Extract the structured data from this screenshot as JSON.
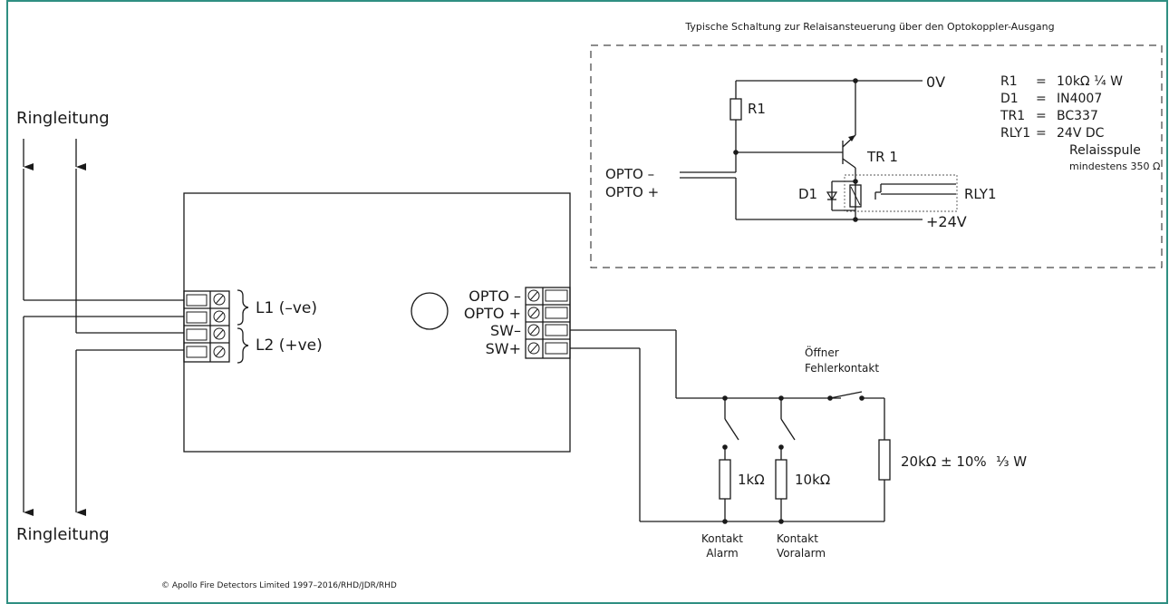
{
  "colors": {
    "frame": "#2f8f82",
    "ink": "#1a1a1a",
    "background": "#ffffff"
  },
  "title": "Typische Schaltung zur Relaisansteuerung über den Optokoppler-Ausgang",
  "ring_top": "Ringleitung",
  "ring_bottom": "Ringleitung",
  "terminals_left": {
    "l1": "L1 (–ve)",
    "l2": "L2 (+ve)"
  },
  "terminals_right": {
    "opto_minus": "OPTO –",
    "opto_plus": "OPTO +",
    "sw_minus": "SW–",
    "sw_plus": "SW+"
  },
  "inset": {
    "r1": "R1",
    "tr1": "TR 1",
    "d1": "D1",
    "rly1": "RLY1",
    "zero_v": "0V",
    "plus_24v": "+24V",
    "opto_minus": "OPTO –",
    "opto_plus": "OPTO +",
    "parts": [
      {
        "ref": "R1",
        "eq": "=",
        "val": "10kΩ ¼ W"
      },
      {
        "ref": "D1",
        "eq": "=",
        "val": "IN4007"
      },
      {
        "ref": "TR1",
        "eq": "=",
        "val": "BC337"
      },
      {
        "ref": "RLY1",
        "eq": "=",
        "val": "24V DC"
      }
    ],
    "coil_label": "Relaisspule",
    "coil_min": "mindestens 350 Ω"
  },
  "switch_circuit": {
    "fault_contact_line1": "Öffner",
    "fault_contact_line2": "Fehlerkontakt",
    "r_alarm": "1kΩ",
    "r_prealarm": "10kΩ",
    "r_eol": "20kΩ ± 10%",
    "r_eol_power": "⅓ W",
    "alarm_line1": "Kontakt",
    "alarm_line2": "Alarm",
    "prealarm_line1": "Kontakt",
    "prealarm_line2": "Voralarm"
  },
  "copyright": "© Apollo Fire Detectors Limited 1997–2016/RHD/JDR/RHD"
}
